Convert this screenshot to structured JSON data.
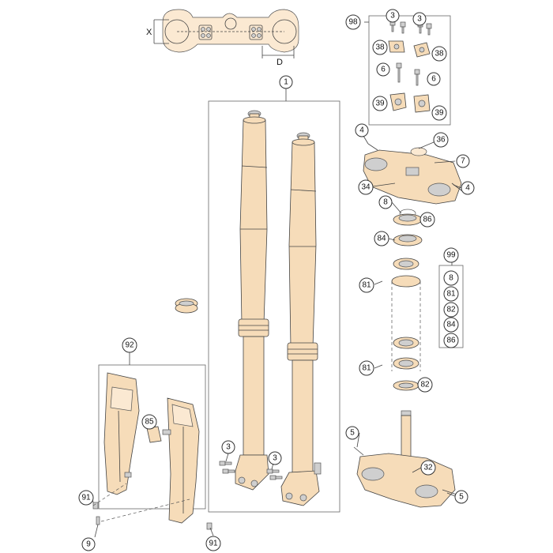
{
  "dimension_labels": {
    "x": "X",
    "d": "D"
  },
  "callouts": {
    "c98": "98",
    "c3a": "3",
    "c3b": "3",
    "c38a": "38",
    "c38b": "38",
    "c6a": "6",
    "c6b": "6",
    "c39a": "39",
    "c39b": "39",
    "c1": "1",
    "c4a": "4",
    "c36": "36",
    "c7": "7",
    "c34": "34",
    "c4b": "4",
    "c8": "8",
    "c86": "86",
    "c84": "84",
    "c81a": "81",
    "c81b": "81",
    "c82": "82",
    "c99": "99",
    "k8": "8",
    "k81": "81",
    "k82": "82",
    "k84": "84",
    "k86": "86",
    "c92": "92",
    "c85": "85",
    "c3c": "3",
    "c3d": "3",
    "c91a": "91",
    "c91b": "91",
    "c9": "9",
    "c5a": "5",
    "c5b": "5",
    "c32": "32"
  },
  "colors": {
    "part": "#f6dcb9",
    "outline": "#444444",
    "frame": "#666666"
  }
}
